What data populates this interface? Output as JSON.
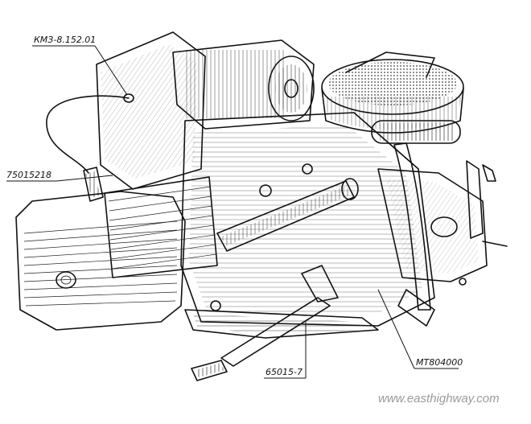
{
  "callouts": {
    "generator": "КМЗ-8.152.01",
    "spark_plug": "75015218",
    "kickstarter": "65015-7",
    "gearbox": "МТ804000"
  },
  "watermark": "www.easthighway.com",
  "colors": {
    "ink": "#111111",
    "paper": "#ffffff",
    "watermark": "#9a9a9a"
  }
}
